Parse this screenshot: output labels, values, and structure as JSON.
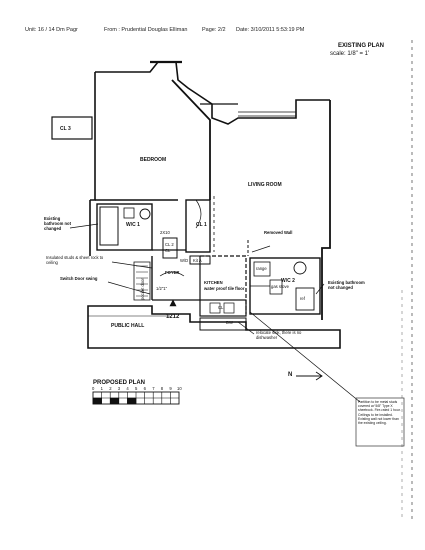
{
  "fax_header": {
    "left": "Unit: 16 / 14 Dm Pagr",
    "from": "From : Prudential Douglas Elliman",
    "page": "Page: 2/2",
    "date": "Date: 3/10/2011 5:53:19 PM"
  },
  "existing_plan": {
    "title": "EXISTING PLAN",
    "scale": "scale: 1/8\" = 1'"
  },
  "rooms": {
    "cl3": "CL 3",
    "bedroom": "BEDROOM",
    "living_room": "LIVING ROOM",
    "cl1": "CL 1",
    "wc1": "W/C 1",
    "wc2": "W/C 2",
    "foyer": "FOYER",
    "kitchen": "KITCHEN",
    "public_hall": "PUBLIC HALL",
    "unit_number": "1212"
  },
  "small_labels": {
    "dim_2x10": "2X10",
    "cl2": "CL 2",
    "cl_small": "CL",
    "w_d": "W/D",
    "kit_a": "Kit A",
    "one_door": "1/2\"1\"",
    "range": "range",
    "ref": "ref",
    "dw": "DW",
    "gas_stove": "gas stove",
    "closet_pipe": "CL"
  },
  "annotations": {
    "existing_bath_left": "Existing bathroom not changed",
    "installed_note": "Insulated studs & sheet rock to ceiling",
    "switch_door": "Switch Door swing",
    "kitchen_floor": "water proof tile floor",
    "removed_wall": "Removed Wall",
    "existing_bath_right": "Existing bathroom not changed",
    "relocate_sink": "relocate sink, there is no dishwasher",
    "partition_note": "Partition to be metal studs covered w/ 5/8\" Type X sheetrock. Fire-rated 1 hour. Ceilings to be installed. Existing wall not lower than the existing ceiling.",
    "pocket_door": "pocket door"
  },
  "north": {
    "label": "N"
  },
  "proposed_plan": {
    "title": "PROPOSED PLAN",
    "scale_ticks": [
      "0",
      "1",
      "2",
      "3",
      "4",
      "5",
      "6",
      "7",
      "8",
      "9",
      "10"
    ]
  }
}
